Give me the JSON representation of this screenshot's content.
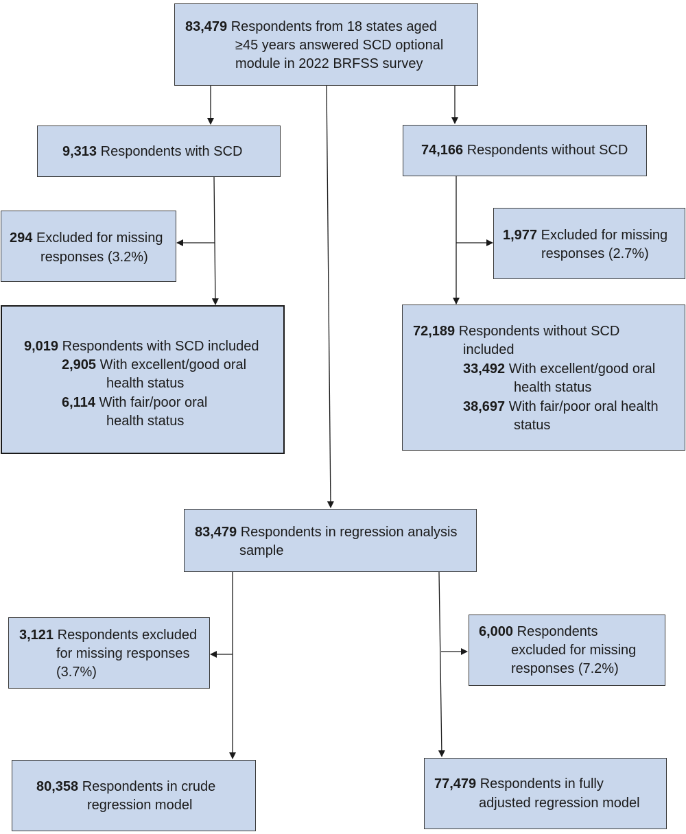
{
  "nodes": {
    "top": {
      "count": "83,479",
      "line1": "Respondents from 18 states aged",
      "line2": "≥45 years answered SCD optional",
      "line3": "module in 2022 BRFSS survey"
    },
    "with_scd": {
      "count": "9,313",
      "text": "Respondents with SCD"
    },
    "without_scd": {
      "count": "74,166",
      "text": "Respondents without SCD"
    },
    "excl_left": {
      "count": "294",
      "line1": "Excluded for missing",
      "line2": "responses (3.2%)"
    },
    "excl_right": {
      "count": "1,977",
      "line1": "Excluded for missing",
      "line2": "responses (2.7%)"
    },
    "scd_included": {
      "count": "9,019",
      "text": "Respondents with SCD included",
      "sub1_count": "2,905",
      "sub1_line1": "With excellent/good oral",
      "sub1_line2": "health status",
      "sub2_count": "6,114",
      "sub2_line1": "With fair/poor oral",
      "sub2_line2": "health status"
    },
    "no_scd_included": {
      "count": "72,189",
      "line1": "Respondents without SCD",
      "line2": "included",
      "sub1_count": "33,492",
      "sub1_line1": "With excellent/good oral",
      "sub1_line2": "health status",
      "sub2_count": "38,697",
      "sub2_line1": "With fair/poor oral health",
      "sub2_line2": "status"
    },
    "regression": {
      "count": "83,479",
      "line1": "Respondents in regression analysis",
      "line2": "sample"
    },
    "excl_crude": {
      "count": "3,121",
      "line1": "Respondents excluded",
      "line2": "for missing responses",
      "line3": "(3.7%)"
    },
    "excl_full": {
      "count": "6,000",
      "line1": "Respondents",
      "line2": "excluded for missing",
      "line3": "responses (7.2%)"
    },
    "crude": {
      "count": "80,358",
      "line1": "Respondents in crude",
      "line2": "regression model"
    },
    "full": {
      "count": "77,479",
      "line1": "Respondents in fully",
      "line2": "adjusted regression model"
    }
  },
  "colors": {
    "box_fill": "#c9d7ec",
    "border": "#3a3a3a",
    "arrow": "#1a1a1a"
  }
}
